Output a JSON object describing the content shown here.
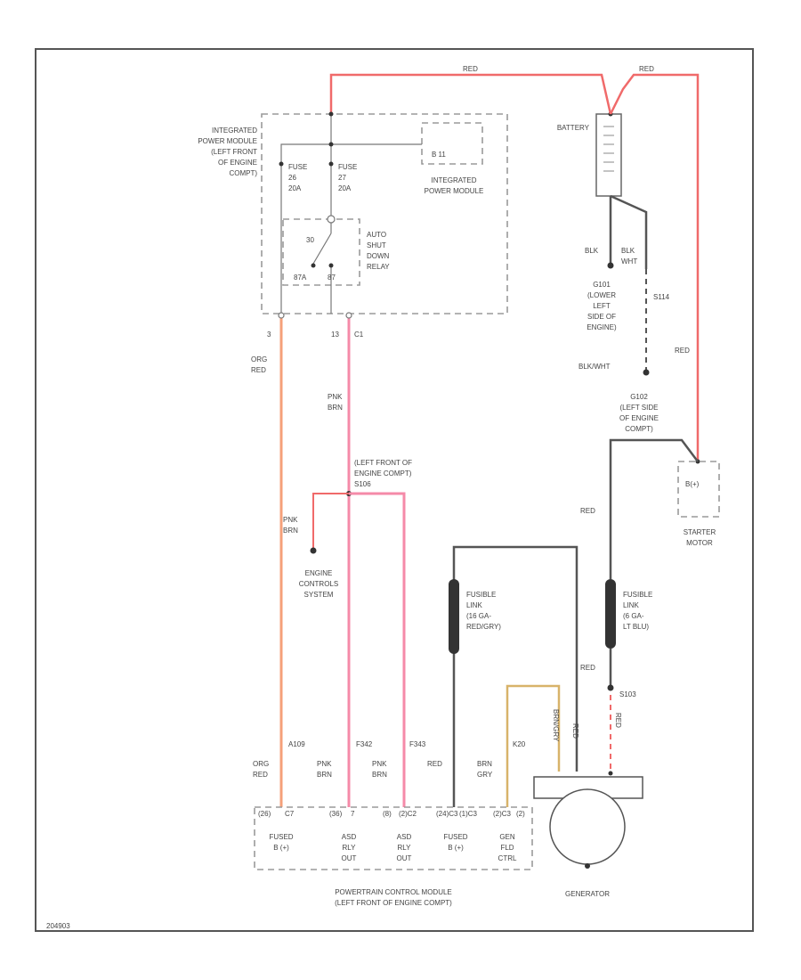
{
  "colors": {
    "red": "#f06a6a",
    "orange_red": "#f5a07a",
    "pink": "#f58aa8",
    "black": "#555555",
    "tan": "#d8b36a",
    "frame": "#555555",
    "dashed": "#9a9a9a"
  },
  "integrated_power_module": {
    "location_label": [
      "INTEGRATED",
      "POWER MODULE",
      "(LEFT FRONT",
      "OF ENGINE",
      "COMPT)"
    ],
    "inner_label": [
      "INTEGRATED",
      "POWER MODULE"
    ],
    "connector": "B 11",
    "fuse_26": [
      "FUSE",
      "26",
      "20A"
    ],
    "fuse_27": [
      "FUSE",
      "27",
      "20A"
    ],
    "relay_label": [
      "AUTO",
      "SHUT",
      "DOWN",
      "RELAY"
    ],
    "relay_pin_30": "30",
    "relay_pin_87": "87",
    "relay_pin_87a": "87A",
    "pin_left": "3",
    "pin_right_a": "13",
    "pin_right_b": "C1"
  },
  "battery": {
    "label": "BATTERY"
  },
  "wires": {
    "top_red_1": "RED",
    "top_red_2": "RED",
    "ground_blk": "BLK",
    "ground_blk_wht": [
      "BLK",
      "WHT"
    ],
    "ground_blk_wht_2": "BLK/WHT",
    "starter_red": "RED",
    "orange_left": [
      "ORG",
      "RED"
    ],
    "pink_mid": [
      "PNK",
      "BRN"
    ],
    "pink_branch": [
      "PNK",
      "BRN"
    ],
    "gen_red": "RED",
    "gen_red_2": "RED",
    "gen_red_3": "RED",
    "pcm_a109": "A109",
    "pcm_f342": "F342",
    "pcm_f343": "F343",
    "pcm_k20": "K20",
    "pcm_org_red": [
      "ORG",
      "RED"
    ],
    "pcm_pnk_brn_1": [
      "PNK",
      "BRN"
    ],
    "pcm_pnk_brn_2": [
      "PNK",
      "BRN"
    ],
    "pcm_red": "RED",
    "pcm_brn_gry": [
      "BRN",
      "GRY"
    ],
    "gen_vert_1": "BRN/GRY",
    "gen_vert_2": "RED"
  },
  "grounds": {
    "g101": [
      "G101",
      "(LOWER",
      "LEFT",
      "SIDE OF",
      "ENGINE)"
    ],
    "s114": "S114",
    "g102": [
      "G102",
      "(LEFT SIDE",
      "OF ENGINE",
      "COMPT)"
    ]
  },
  "splice": {
    "label": [
      "(LEFT FRONT OF",
      "ENGINE COMPT)"
    ],
    "id": "S106"
  },
  "engine_controls": [
    "ENGINE",
    "CONTROLS",
    "SYSTEM"
  ],
  "fusible_link_1": [
    "FUSIBLE",
    "LINK",
    "(16 GA-",
    "RED/GRY)"
  ],
  "fusible_link_2": [
    "FUSIBLE",
    "LINK",
    "(6 GA-",
    "LT BLU)"
  ],
  "s103": "S103",
  "starter": {
    "connector": "B(+)",
    "label": [
      "STARTER",
      "MOTOR"
    ]
  },
  "pcm": {
    "pins": [
      "(26)",
      "C7",
      "(36)",
      "7",
      "(8)",
      "(2)C2",
      "(24)C3",
      "(1)C3",
      "(2)C3",
      "(2)"
    ],
    "functions": [
      [
        "FUSED",
        "B (+)"
      ],
      [
        "ASD",
        "RLY",
        "OUT"
      ],
      [
        "ASD",
        "RLY",
        "OUT"
      ],
      [
        "FUSED",
        "B (+)"
      ],
      [
        "GEN",
        "FLD",
        "CTRL"
      ]
    ],
    "label": [
      "POWERTRAIN CONTROL MODULE",
      "(LEFT FRONT OF ENGINE COMPT)"
    ]
  },
  "generator": {
    "label": "GENERATOR"
  },
  "footer_code": "204903"
}
